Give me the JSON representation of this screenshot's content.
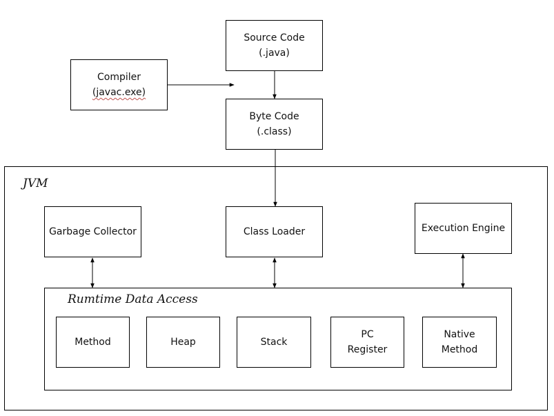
{
  "source": {
    "line1": "Source Code",
    "line2": "(.java)"
  },
  "compiler": {
    "line1": "Compiler",
    "line2": "(javac.exe)"
  },
  "bytecode": {
    "line1": "Byte Code",
    "line2": "(.class)"
  },
  "jvm": {
    "label": "JVM",
    "garbage_collector": "Garbage Collector",
    "class_loader": "Class Loader",
    "execution_engine": "Execution Engine",
    "runtime": {
      "label": "Rumtime Data Access",
      "areas": [
        {
          "line1": "Method",
          "line2": ""
        },
        {
          "line1": "Heap",
          "line2": ""
        },
        {
          "line1": "Stack",
          "line2": ""
        },
        {
          "line1": "PC",
          "line2": "Register"
        },
        {
          "line1": "Native",
          "line2": "Method"
        }
      ]
    }
  }
}
